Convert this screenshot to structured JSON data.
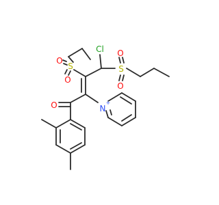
{
  "molecule": {
    "atoms": {
      "cl": "Cl",
      "s_left": "S",
      "o_sl_top": "O",
      "o_sl_bottom": "O",
      "s_right": "S",
      "o_sr_top": "O",
      "o_sr_bottom": "O",
      "o_ketone": "O",
      "n_pyridinium": "N",
      "n_charge": "+"
    }
  },
  "colors": {
    "bond": "#2b2b2b",
    "oxygen": "#ff0d0d",
    "sulfur": "#b2b200",
    "nitrogen": "#3050f8",
    "chlorine": "#1fa01f"
  }
}
